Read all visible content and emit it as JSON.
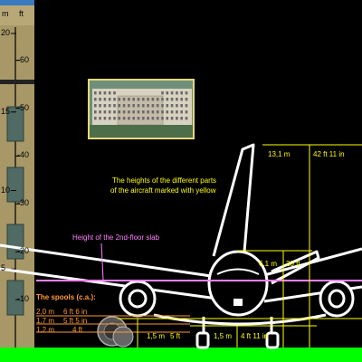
{
  "scale": {
    "unit_m": "m",
    "unit_ft": "ft",
    "m_ticks": [
      20,
      15,
      10,
      5
    ],
    "ft_ticks": [
      60,
      50,
      40,
      30,
      20,
      10
    ]
  },
  "caption": {
    "line1": "The heights of the different parts",
    "line2": "of the aircraft marked with yellow"
  },
  "slab_label": "Height of the 2nd-floor slab",
  "spools": {
    "title": "The spools (c.a.):",
    "rows": [
      {
        "m": "2,0 m",
        "ft": "6 ft 6 in"
      },
      {
        "m": "1,7 m",
        "ft": "5 ft 5 in"
      },
      {
        "m": "1,2 m",
        "ft": "4 ft"
      }
    ]
  },
  "dimensions": {
    "tail": {
      "m": "13,1 m",
      "ft": "42 ft 11 in"
    },
    "fuselage": {
      "m": "6,1 m",
      "ft": "20 ft"
    },
    "engine": {
      "m": "1,5 m",
      "ft": "5 ft"
    },
    "wheel": {
      "m": "1,5 m",
      "ft": "4 ft 11 in"
    }
  },
  "colors": {
    "annotation": "#ffff00",
    "slab_line": "#ff80ff",
    "spools_text": "#ff9933",
    "ground": "#00ff00",
    "scale_bg": "#a89868"
  }
}
